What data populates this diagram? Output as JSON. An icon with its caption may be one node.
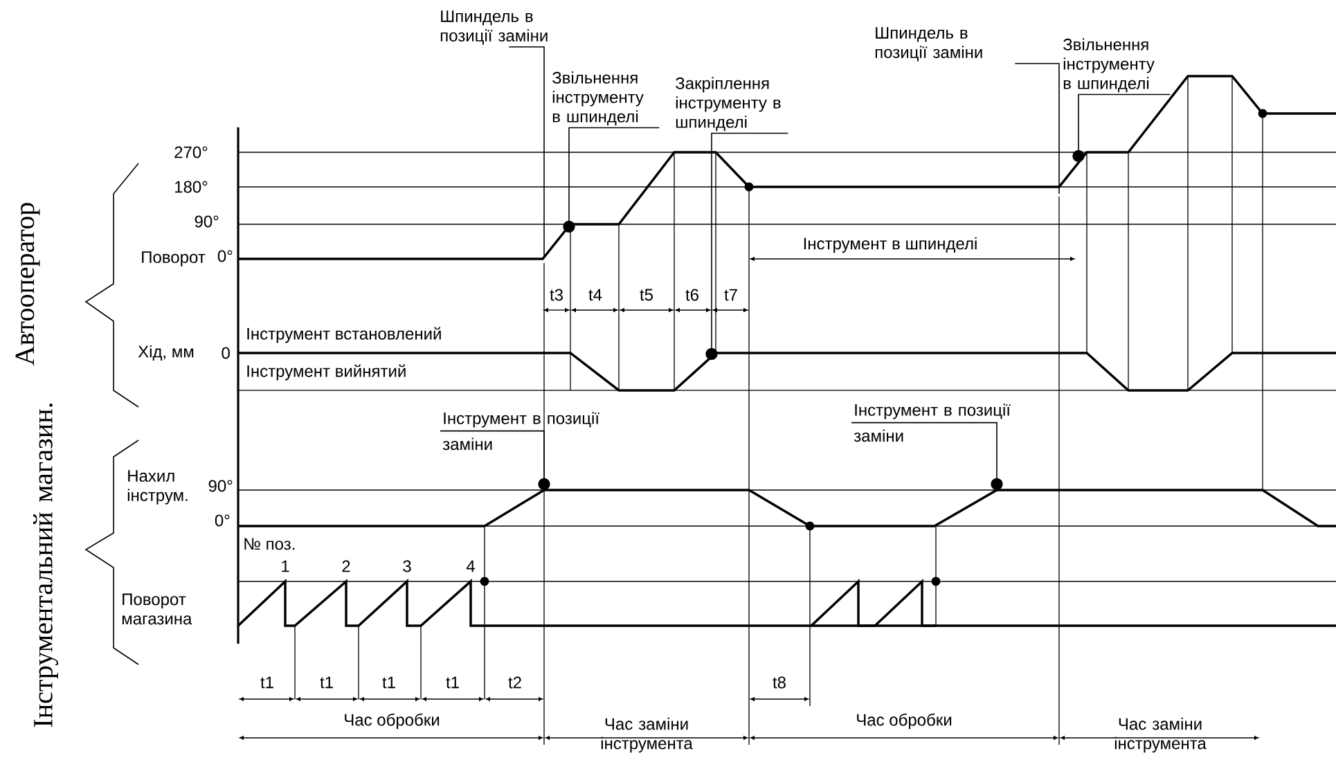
{
  "diagram": {
    "nodes": [
      {
        "text": [
          "Шпиндель в позиції заміни"
        ]
      },
      {
        "text": [
          "Звільнення інструменту в шпинделі"
        ]
      },
      {
        "text": [
          "Закріплення інструменту в шпинделі"
        ]
      },
      {
        "text": [
          "Шпиндель в позиції заміни"
        ]
      },
      {
        "text": [
          "Звільнення інструменту в шпинделі"
        ]
      },
      {
        "text": [
          "Інструмент в позиції заміни"
        ]
      },
      {
        "text": [
          "Інструмент в позиції заміни"
        ]
      }
    ],
    "edges": [
      {
        "from": 0,
        "to": null,
        "arrow": "none"
      },
      {
        "from": 1,
        "to": null,
        "arrow": "other"
      },
      {
        "from": 2,
        "to": null,
        "arrow": "other"
      },
      {
        "from": 3,
        "to": null,
        "arrow": "none"
      },
      {
        "from": 4,
        "to": null,
        "arrow": "other"
      },
      {
        "from": 5,
        "to": null,
        "arrow": "other"
      },
      {
        "from": 6,
        "to": null,
        "arrow": "other"
      }
    ],
    "labels": [
      "270°",
      "180°",
      "90°",
      "Поворот",
      "0°",
      "Хід, мм",
      "0",
      "Інструмент встановлений",
      "Інструмент вийнятий",
      "t3",
      "t4",
      "t5",
      "t6",
      "t7",
      "Інструмент в шпинделі",
      "Нахил інструм.",
      "90°",
      "0°",
      "№ поз.",
      "1",
      "2",
      "3",
      "4",
      "Поворот магазина",
      "t1",
      "t1",
      "t1",
      "t1",
      "t2",
      "t8",
      "Час обробки",
      "Час заміни інструмента",
      "Час обробки",
      "Час заміни інструмента",
      "Автооператор",
      "Інструментальний магазин."
    ]
  }
}
